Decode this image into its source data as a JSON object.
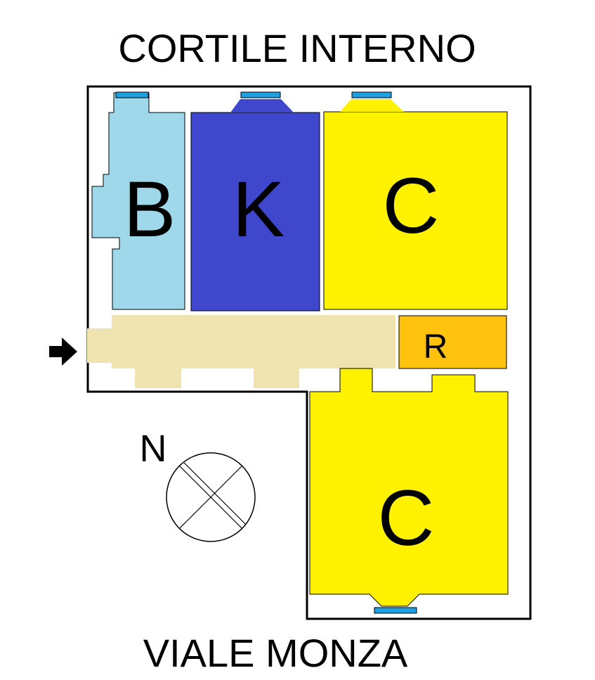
{
  "labels": {
    "top_street": "CORTILE INTERNO",
    "bottom_street": "VIALE MONZA",
    "north": "N"
  },
  "rooms": [
    {
      "id": "bathroom",
      "label": "B",
      "color": "#9ed8ea"
    },
    {
      "id": "kitchen",
      "label": "K",
      "color": "#3f47cc"
    },
    {
      "id": "bedroom-north",
      "label": "C",
      "color": "#fff200"
    },
    {
      "id": "storage",
      "label": "R",
      "color": "#ffc20e"
    },
    {
      "id": "bedroom-south",
      "label": "C",
      "color": "#fff200"
    }
  ],
  "colors": {
    "corridor": "#efe4b0",
    "wall": "#000000",
    "window": "#1fa0e0",
    "background": "#ffffff"
  },
  "icons": {
    "entrance": "entrance-arrow-icon",
    "compass": "compass-icon"
  }
}
